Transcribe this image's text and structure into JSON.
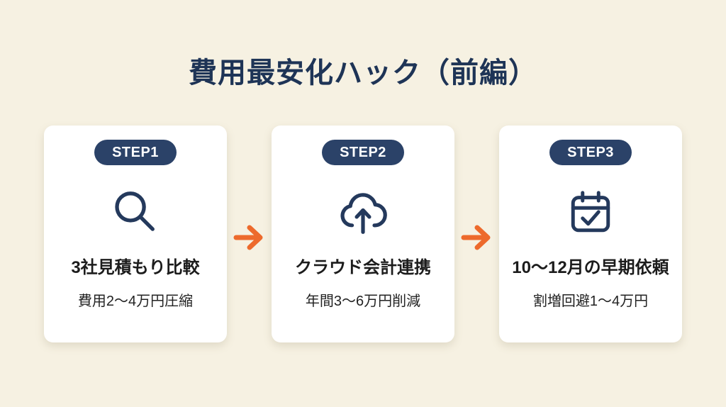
{
  "page": {
    "title": "費用最安化ハック（前編）"
  },
  "colors": {
    "background": "#F6F1E2",
    "card": "#FFFFFF",
    "heading_navy": "#1E3456",
    "badge_navy": "#2B4268",
    "icon_navy": "#24395C",
    "arrow_orange": "#ED6A2C",
    "body_text": "#1C1C1C"
  },
  "steps": [
    {
      "badge": "STEP1",
      "icon": "magnifier-icon",
      "title": "3社見積もり比較",
      "subtitle": "費用2〜4万円圧縮"
    },
    {
      "badge": "STEP2",
      "icon": "cloud-upload-icon",
      "title": "クラウド会計連携",
      "subtitle": "年間3〜6万円削減"
    },
    {
      "badge": "STEP3",
      "icon": "calendar-check-icon",
      "title": "10〜12月の早期依頼",
      "subtitle": "割増回避1〜4万円"
    }
  ]
}
